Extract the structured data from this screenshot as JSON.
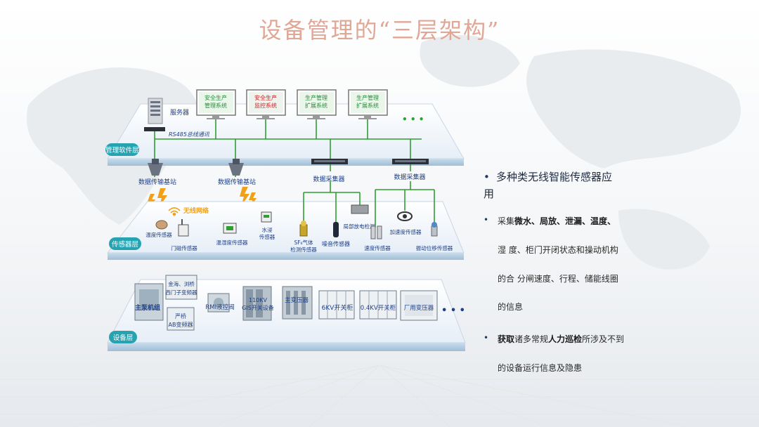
{
  "title": "设备管理的“三层架构”",
  "colors": {
    "accent_title": "#e0a796",
    "layer_label_bg": "#27a2b0",
    "line_green": "#2f9e33",
    "text_blue": "#1f3f86",
    "text_green": "#2b8a3e",
    "text_red": "#cc2222"
  },
  "layers": {
    "software": "管理软件层",
    "sensor": "传感器层",
    "equipment": "设备层"
  },
  "software_layer": {
    "server": "服务器",
    "bus": "RS485总线通讯",
    "monitors": [
      {
        "line1": "安全生产",
        "line2": "管理系统",
        "red": false
      },
      {
        "line1": "安全生产",
        "line2": "监控系统",
        "red": true
      },
      {
        "line1": "生产管理",
        "line2": "扩展系统",
        "red": false
      },
      {
        "line1": "生产管理",
        "line2": "扩展系统",
        "red": false
      }
    ],
    "ellipsis": "• • •"
  },
  "middle": {
    "base_station_1": "数据传输基站",
    "base_station_2": "数据传输基站",
    "collector_1": "数据采集器",
    "collector_2": "数据采集器",
    "wireless": "无线网络"
  },
  "sensors": {
    "temperature": "温度传感器",
    "door": "门磁传感器",
    "humidity": "温湿度传感器",
    "water_line1": "水浸",
    "water_line2": "传感器",
    "sf6_line1": "SF₆气体",
    "sf6_line2": "检测传感器",
    "noise": "噪音传感器",
    "partial_discharge": "局部放电检测",
    "speed": "速度传感器",
    "acceleration": "加速度传感器",
    "vibration": "振动位移传感器"
  },
  "equipment": {
    "main_pump": "主泵机组",
    "jinhai_line1": "金海、浏桥",
    "jinhai_line2": "西门子变频器",
    "yanqiao_line1": "严桥",
    "yanqiao_line2": "AB变频器",
    "rmi": "RMI液控阀",
    "gis_line1": "110KV",
    "gis_line2": "GIS开关设备",
    "transformer": "主变压器",
    "kv6": "6KV开关柜",
    "kv04": "0.4KV开关柜",
    "plant_transformer": "厂用变压器",
    "ellipsis": "• • •"
  },
  "panel": {
    "bullet1_line1": "多种类无线智能传感器应",
    "bullet1_line2": "用",
    "b2_l1_pre": "采集",
    "b2_l1_bold": "微水、局放、泄漏、温度、",
    "b2_l2": "湿 度、柜门开闭状态和操动机构",
    "b2_l3": "的合 分闸速度、行程、储能线圈",
    "b2_l4": "的信息",
    "b3_l1_b1": "获取",
    "b3_l1_n1": "诸多常规",
    "b3_l1_b2": "人力巡检",
    "b3_l1_n2": "所涉及不到",
    "b3_l2": "的设备运行信息及隐患"
  }
}
